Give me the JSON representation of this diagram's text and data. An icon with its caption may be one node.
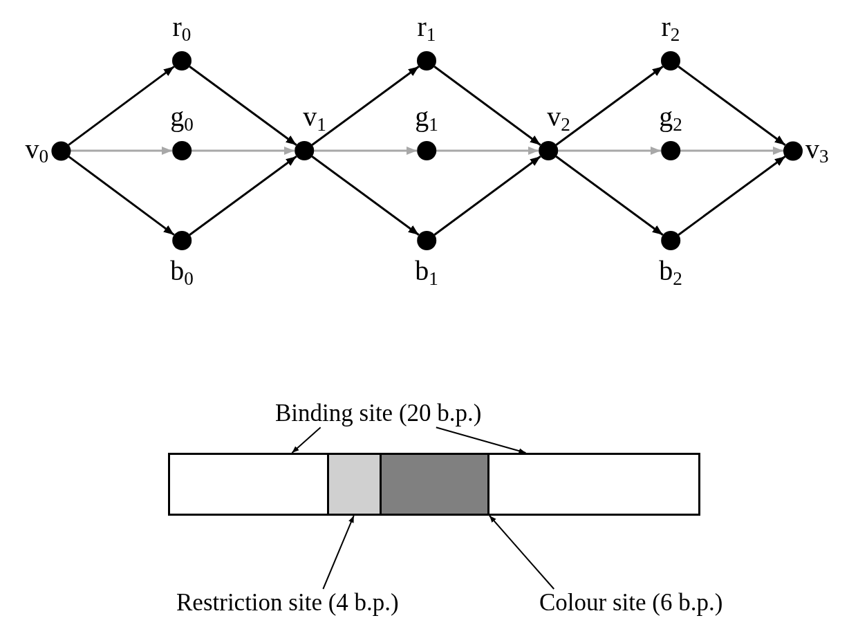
{
  "diagram": {
    "nodes": [
      {
        "text": [
          "v$_{0}$"
        ]
      },
      {
        "text": [
          "r$_{0}$"
        ]
      },
      {
        "text": [
          "g$_{0}$"
        ]
      },
      {
        "text": [
          "b$_{0}$"
        ]
      },
      {
        "text": [
          "v$_{1}$"
        ]
      },
      {
        "text": [
          "r$_{1}$"
        ]
      },
      {
        "text": [
          "g$_{1}$"
        ]
      },
      {
        "text": [
          "b$_{1}$"
        ]
      },
      {
        "text": [
          "v$_{2}$"
        ]
      },
      {
        "text": [
          "r$_{2}$"
        ]
      },
      {
        "text": [
          "g$_{2}$"
        ]
      },
      {
        "text": [
          "b$_{2}$"
        ]
      },
      {
        "text": [
          "v$_{3}$"
        ]
      },
      {
        "text": [
          "Binding site (20 b.p.)"
        ]
      },
      {
        "text": [],
        "shape": "box"
      },
      {
        "text": [],
        "shape": "box"
      },
      {
        "text": [],
        "shape": "box"
      },
      {
        "text": [],
        "shape": "box"
      },
      {
        "text": [
          "Restriction site (4 b.p.)"
        ]
      },
      {
        "text": [
          "Colour site (6 b.p.)"
        ]
      }
    ],
    "edges": [
      {
        "from": 0,
        "to": 1,
        "arrow": "to"
      },
      {
        "from": 0,
        "to": 2,
        "arrow": "to",
        "color": "#a8a8a8"
      },
      {
        "from": 0,
        "to": 3,
        "arrow": "to"
      },
      {
        "from": 1,
        "to": 4,
        "arrow": "to"
      },
      {
        "from": 2,
        "to": 4,
        "arrow": "to",
        "color": "#a8a8a8"
      },
      {
        "from": 3,
        "to": 4,
        "arrow": "to"
      },
      {
        "from": 4,
        "to": 5,
        "arrow": "to"
      },
      {
        "from": 4,
        "to": 6,
        "arrow": "to",
        "color": "#a8a8a8"
      },
      {
        "from": 4,
        "to": 7,
        "arrow": "to"
      },
      {
        "from": 5,
        "to": 8,
        "arrow": "to"
      },
      {
        "from": 6,
        "to": 8,
        "arrow": "to",
        "color": "#a8a8a8"
      },
      {
        "from": 7,
        "to": 8,
        "arrow": "to"
      },
      {
        "from": 8,
        "to": 9,
        "arrow": "to"
      },
      {
        "from": 8,
        "to": 10,
        "arrow": "to",
        "color": "#a8a8a8"
      },
      {
        "from": 8,
        "to": 11,
        "arrow": "to"
      },
      {
        "from": 9,
        "to": 12,
        "arrow": "to"
      },
      {
        "from": 10,
        "to": 12,
        "arrow": "to",
        "color": "#a8a8a8"
      },
      {
        "from": 11,
        "to": 12,
        "arrow": "to"
      },
      {
        "from": 13,
        "to": 14,
        "arrow": "to"
      },
      {
        "from": 13,
        "to": 17,
        "arrow": "to"
      },
      {
        "from": 18,
        "to": 15,
        "arrow": "to"
      },
      {
        "from": 19,
        "to": 16,
        "arrow": "to"
      }
    ]
  }
}
